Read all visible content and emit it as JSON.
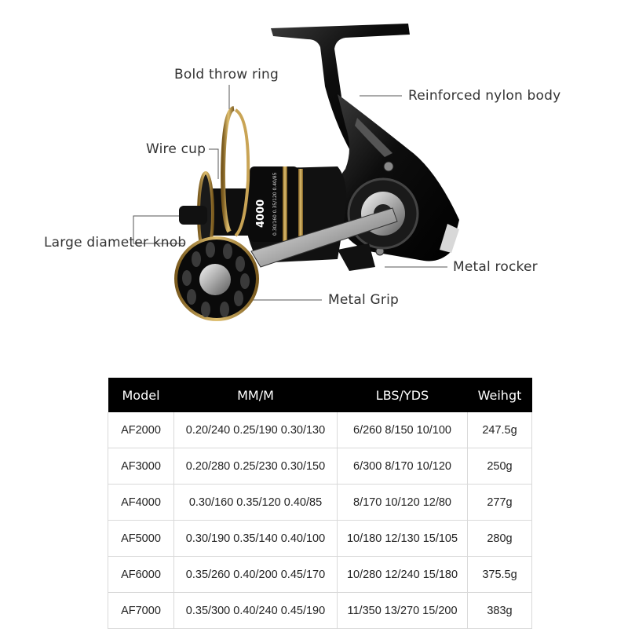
{
  "callouts": {
    "bold_throw_ring": "Bold throw ring",
    "reinforced_nylon_body": "Reinforced nylon body",
    "wire_cup": "Wire cup",
    "large_diameter_knob": "Large diameter knob",
    "metal_rocker": "Metal rocker",
    "metal_grip": "Metal Grip"
  },
  "spool_print": {
    "model": "4000",
    "capacity": "0.30/160 0.35/120 0.40/85"
  },
  "colors": {
    "accent_gold": "#b8923a",
    "reel_black": "#111111",
    "header_bg": "#000000"
  },
  "table": {
    "headers": [
      "Model",
      "MM/M",
      "LBS/YDS",
      "Weihgt"
    ],
    "rows": [
      [
        "AF2000",
        "0.20/240 0.25/190 0.30/130",
        "6/260 8/150 10/100",
        "247.5g"
      ],
      [
        "AF3000",
        "0.20/280 0.25/230 0.30/150",
        "6/300 8/170 10/120",
        "250g"
      ],
      [
        "AF4000",
        "0.30/160 0.35/120 0.40/85",
        "8/170 10/120 12/80",
        "277g"
      ],
      [
        "AF5000",
        "0.30/190 0.35/140 0.40/100",
        "10/180 12/130 15/105",
        "280g"
      ],
      [
        "AF6000",
        "0.35/260 0.40/200 0.45/170",
        "10/280 12/240 15/180",
        "375.5g"
      ],
      [
        "AF7000",
        "0.35/300 0.40/240 0.45/190",
        "11/350 13/270 15/200",
        "383g"
      ]
    ]
  }
}
